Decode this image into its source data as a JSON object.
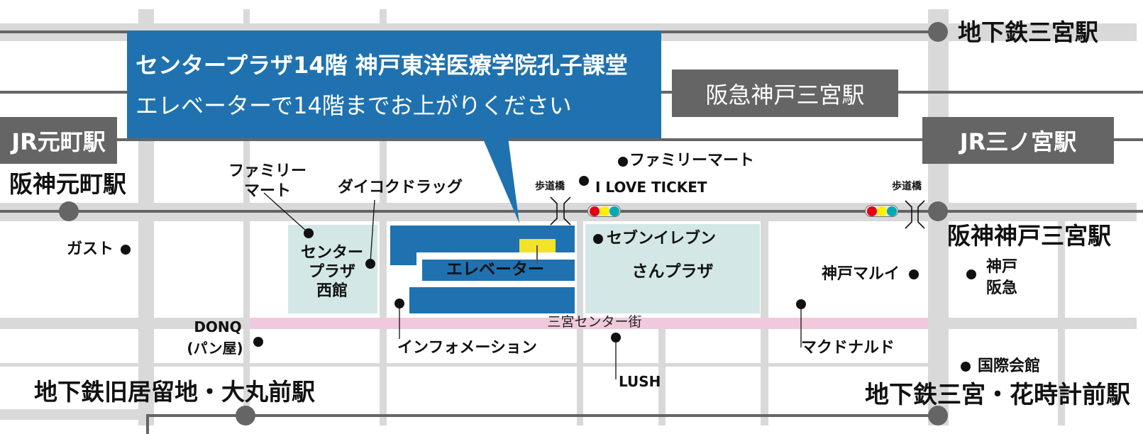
{
  "callout": {
    "title": "センタープラザ14階 神戸東洋医療学院孔子課堂",
    "subtitle": "エレベーターで14階までお上がりください"
  },
  "stations": {
    "jr_motomachi": "JR元町駅",
    "hankyu_sannomiya": "阪急神戸三宮駅",
    "jr_sannomiya": "JR三ノ宮駅",
    "subway_sannomiya": "地下鉄三宮駅",
    "hanshin_motomachi": "阪神元町駅",
    "hanshin_sannomiya": "阪神神戸三宮駅",
    "subway_kyukyoryuchi_daimaru": "地下鉄旧居留地・大丸前駅",
    "subway_sannomiya_hanadokei": "地下鉄三宮・花時計前駅"
  },
  "buildings": {
    "center_plaza_west": [
      "センター",
      "プラザ",
      "西館"
    ],
    "sun_plaza": "さんプラザ",
    "elevator": "エレベーター"
  },
  "streets": {
    "center_gai": "三宮センター街"
  },
  "footbridge_label": "歩道橋",
  "pois": {
    "familymart_west": [
      "ファミリー",
      "マート"
    ],
    "daikoku_drug": "ダイコクドラッグ",
    "gusto": "ガスト",
    "donq": [
      "DONQ",
      "(パン屋)"
    ],
    "information": "インフォメーション",
    "familymart_east": "ファミリーマート",
    "i_love_ticket": "I LOVE TICKET",
    "seven_eleven": "セブンイレブン",
    "lush": "LUSH",
    "marui": "神戸マルイ",
    "kobe_hankyu": [
      "神戸",
      "阪急"
    ],
    "mcdonalds": "マクドナルド",
    "kokusai_kaikan": "国際会館"
  },
  "colors": {
    "callout_blue": "#1f72af",
    "station_gray": "#666565",
    "road_gray": "#d9d9d9",
    "arcade_pink": "#f0c9dc",
    "plot_teal": "#d3e8e6",
    "elevator_yellow": "#f2e32a",
    "signal_red": "#e60012",
    "signal_yellow": "#fff100",
    "signal_green": "#00a9b5"
  }
}
